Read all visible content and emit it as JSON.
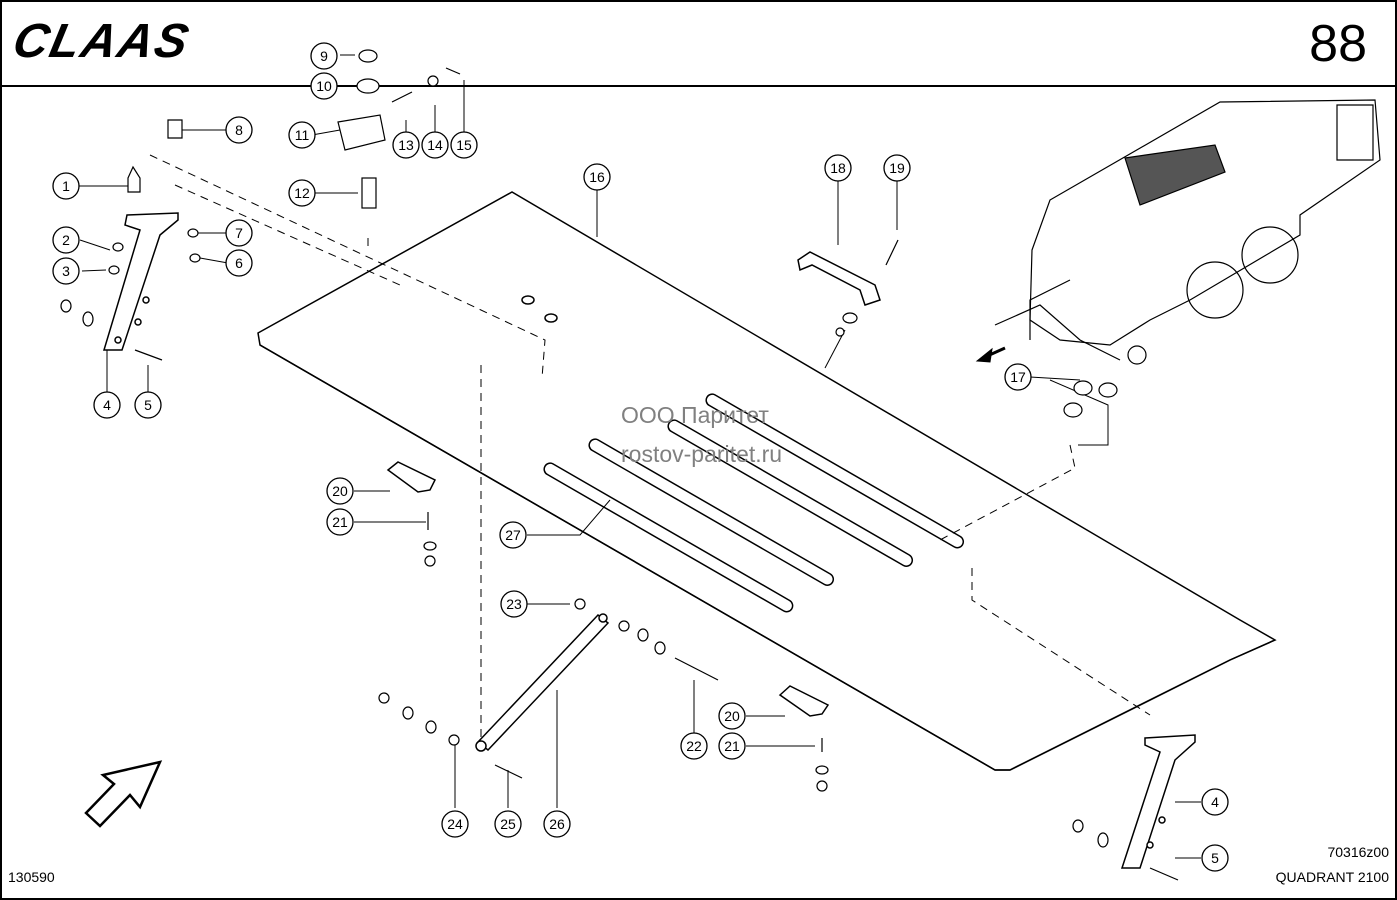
{
  "header": {
    "brand": "CLAAS",
    "page_number": "88"
  },
  "footer": {
    "drawing_code": "70316z00",
    "model": "QUADRANT 2100",
    "document_number": "130590"
  },
  "watermark": {
    "line1": "ООО Паритет",
    "line2": "rostov-paritet.ru"
  },
  "callouts": [
    "1",
    "2",
    "3",
    "4",
    "5",
    "6",
    "7",
    "8",
    "9",
    "10",
    "11",
    "12",
    "13",
    "14",
    "15",
    "16",
    "17",
    "18",
    "19",
    "20",
    "20",
    "21",
    "21",
    "22",
    "23",
    "24",
    "25",
    "26",
    "27",
    "4",
    "5"
  ],
  "colors": {
    "line": "#000000",
    "watermark": "#808080",
    "background": "#ffffff"
  }
}
